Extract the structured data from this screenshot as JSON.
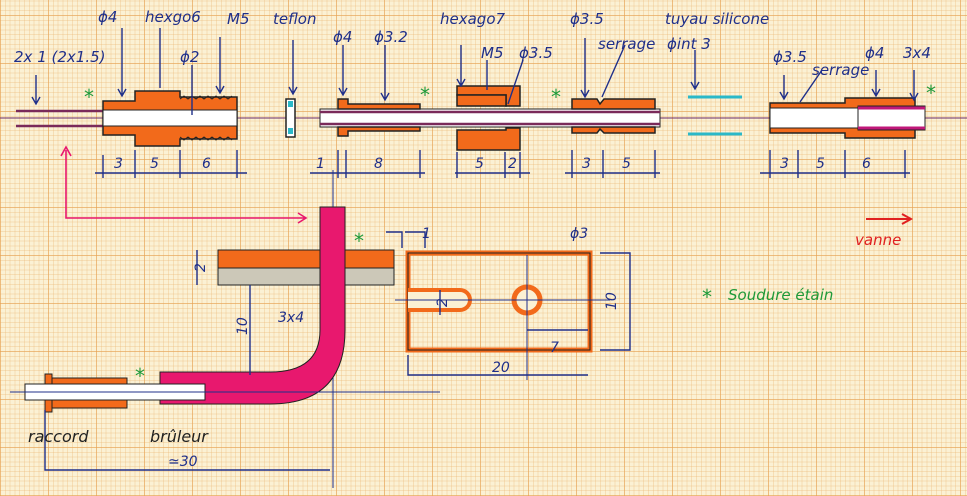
{
  "top_labels": {
    "tube": "2x 1 (2x1.5)",
    "d4_a": "ϕ4",
    "hexgo6": "hexgo6",
    "m5_a": "M5",
    "d2": "ϕ2",
    "teflon": "teflon",
    "d4_b": "ϕ4",
    "d32": "ϕ3.2",
    "hexago7": "hexago7",
    "m5_b": "M5",
    "d35_a": "ϕ3.5",
    "d35_b": "ϕ3.5",
    "serrage_a": "serrage",
    "tuyau": "tuyau silicone",
    "int3": "ϕint 3",
    "d35_c": "ϕ3.5",
    "serrage_b": "serrage",
    "d4_c": "ϕ4",
    "tube34": "3x4"
  },
  "top_dims": {
    "a3": "3",
    "a5": "5",
    "a6": "6",
    "b1": "1",
    "b8": "8",
    "c5": "5",
    "c2": "2",
    "d3": "3",
    "d5": "5",
    "e3": "3",
    "e5": "5",
    "e6": "6"
  },
  "bottom": {
    "dim2": "2",
    "dim10": "10",
    "tube34": "3x4",
    "phi3": "ϕ3",
    "dim10r": "10",
    "slot2": "2",
    "dim20": "20",
    "dim7": "7",
    "raccord": "raccord",
    "bruleur": "brûleur",
    "approx30": "≃30",
    "small1": "1"
  },
  "legend": {
    "asterisk": "*",
    "soudure": "Soudure étain",
    "vanne": "vanne"
  },
  "colors": {
    "copper": "#f26a1b",
    "tube": "#e8186e",
    "ink": "#1f2f8a",
    "solder": "#1e9a3a",
    "teflon": "#2ab8c8"
  }
}
